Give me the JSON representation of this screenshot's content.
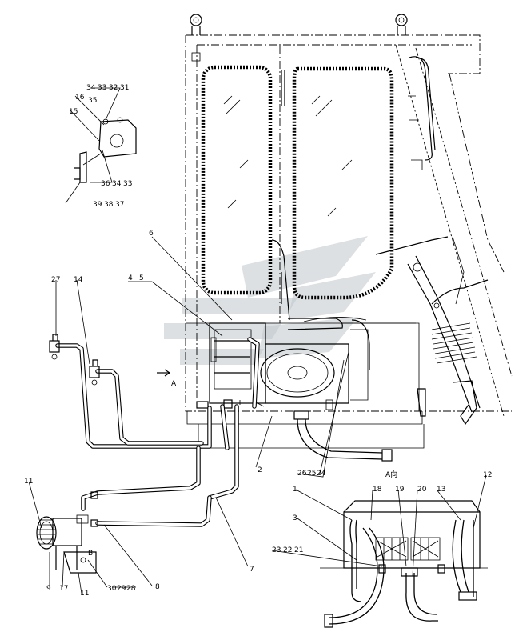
{
  "callouts": {
    "c1": "1",
    "c2": "2",
    "c3": "3",
    "c4": "4",
    "c5": "5",
    "c6": "6",
    "c7": "7",
    "c8": "8",
    "c9": "9",
    "c11a": "11",
    "c11b": "11",
    "c12": "12",
    "c13": "13",
    "c14": "14",
    "c15": "15",
    "c16": "16",
    "c17": "17",
    "c18": "18",
    "c19": "19",
    "c20": "20",
    "c21": "21",
    "c22": "22",
    "c23": "23",
    "c24": "24",
    "c25": "25",
    "c26": "26",
    "c27": "27",
    "c28": "28",
    "c29": "29",
    "c30": "30",
    "c31": "31",
    "c32": "32",
    "c33": "33",
    "c34": "34",
    "c35": "35",
    "c33b": "33",
    "c34b": "34",
    "c36": "36",
    "c37": "37",
    "c38": "38",
    "c39": "39"
  },
  "view_labels": {
    "arrow_a": "A",
    "view_a": "A向",
    "view_b": "B"
  },
  "colors": {
    "line": "#000000",
    "watermark": "#bfc6ca",
    "background": "#ffffff"
  }
}
